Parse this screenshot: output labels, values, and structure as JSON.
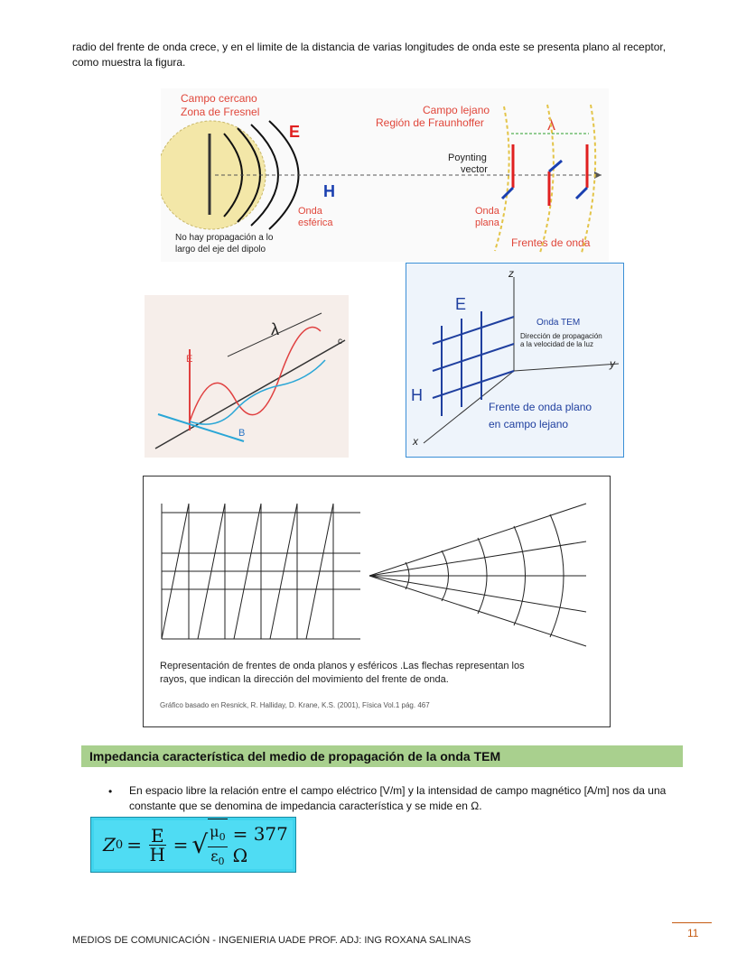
{
  "intro_paragraph": "radio del frente de onda crece, y en el limite de la distancia de varias longitudes de onda este se presenta plano al receptor, como muestra la figura.",
  "figure1": {
    "near_field_title": "Campo cercano",
    "near_field_subtitle": "Zona de Fresnel",
    "far_field_title": "Campo lejano",
    "far_field_subtitle": "Región de Fraunhoffer",
    "label_E": "E",
    "label_H": "H",
    "lambda": "λ",
    "poynting_1": "Poynting",
    "poynting_2": "vector",
    "spherical_1": "Onda",
    "spherical_2": "esférica",
    "plane_1": "Onda",
    "plane_2": "plana",
    "fronts": "Frentes de onda",
    "note_1": "No hay propagación a lo",
    "note_2": "largo del eje del dipolo"
  },
  "figure2": {
    "lambda": "λ",
    "E": "E",
    "B": "B",
    "c": "c"
  },
  "figure3": {
    "z": "z",
    "y": "y",
    "x": "x",
    "E": "E",
    "H": "H",
    "tem": "Onda TEM",
    "dir_1": "Dirección de propagación",
    "dir_2": "a la velocidad de la luz",
    "front_1": "Frente de onda plano",
    "front_2": "en campo lejano"
  },
  "figure4": {
    "caption_1": "Representación de frentes de onda planos y esféricos .Las flechas representan los",
    "caption_2": "rayos, que indican la dirección del movimiento del  frente de onda.",
    "credit": "Gráfico basado en Resnick, R. Halliday, D. Krane, K.S. (2001), Física Vol.1 pág. 467"
  },
  "section_title": "Impedancia característica del medio de propagación de la onda TEM",
  "bullet": "En espacio libre la relación entre el campo eléctrico [V/m] y la intensidad de campo magnético [A/m] nos da una constante que se denomina de impedancia característica y se mide en Ω.",
  "formula": {
    "z": "Z",
    "z_sub": "0",
    "eq": "=",
    "num1": "E",
    "den1": "H",
    "mu": "μ",
    "mu_sub": "0",
    "eps": "ε",
    "eps_sub": "0",
    "result": "= 377 Ω"
  },
  "page_number": "11",
  "footer": "MEDIOS DE COMUNICACIÓN    - INGENIERIA UADE         PROF. ADJ: ING ROXANA SALINAS"
}
